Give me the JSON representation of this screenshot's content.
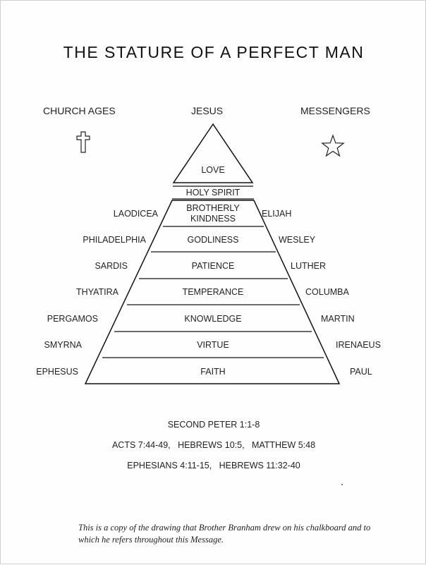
{
  "title": "THE STATURE OF A PERFECT MAN",
  "headers": {
    "left": "CHURCH AGES",
    "center": "JESUS",
    "right": "MESSENGERS"
  },
  "icons": {
    "left": "cross-icon",
    "right": "star-icon"
  },
  "pyramid": {
    "apex": "LOVE",
    "band": "HOLY SPIRIT",
    "levels": [
      {
        "virtue": [
          "BROTHERLY",
          "KINDNESS"
        ],
        "church_age": "LAODICEA",
        "messenger": "ELIJAH"
      },
      {
        "virtue": [
          "GODLINESS"
        ],
        "church_age": "PHILADELPHIA",
        "messenger": "WESLEY"
      },
      {
        "virtue": [
          "PATIENCE"
        ],
        "church_age": "SARDIS",
        "messenger": "LUTHER"
      },
      {
        "virtue": [
          "TEMPERANCE"
        ],
        "church_age": "THYATIRA",
        "messenger": "COLUMBA"
      },
      {
        "virtue": [
          "KNOWLEDGE"
        ],
        "church_age": "PERGAMOS",
        "messenger": "MARTIN"
      },
      {
        "virtue": [
          "VIRTUE"
        ],
        "church_age": "SMYRNA",
        "messenger": "IRENAEUS"
      },
      {
        "virtue": [
          "FAITH"
        ],
        "church_age": "EPHESUS",
        "messenger": "PAUL"
      }
    ]
  },
  "references": {
    "line1": "SECOND PETER 1:1-8",
    "line2": "ACTS 7:44-49,   HEBREWS 10:5,   MATTHEW 5:48",
    "line3": "EPHESIANS 4:11-15,   HEBREWS 11:32-40"
  },
  "note": "This is a copy of the drawing that Brother Branham drew on his chalkboard and to which he refers throughout this Message."
}
